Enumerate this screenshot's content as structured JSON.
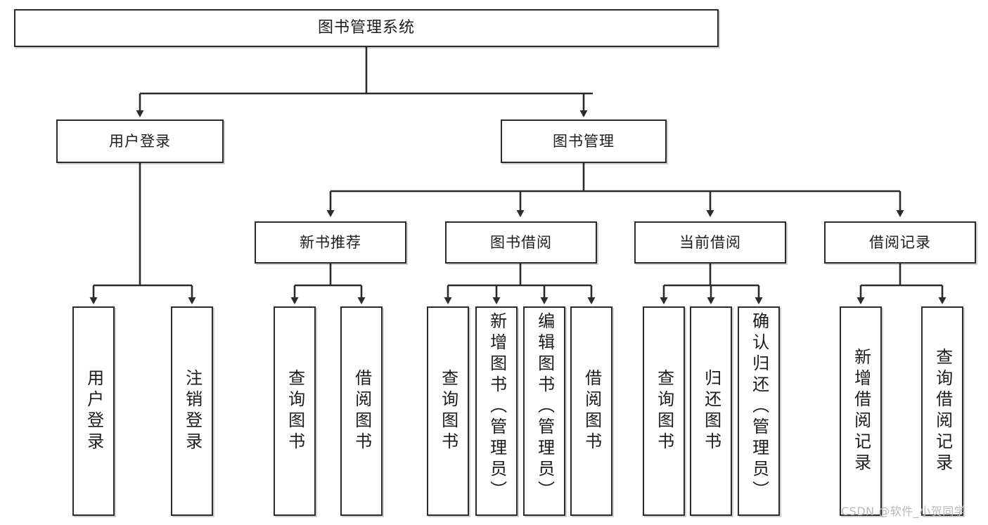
{
  "diagram": {
    "title": "图书管理系统",
    "type": "hierarchy-tree",
    "root": {
      "label": "图书管理系统"
    },
    "level2": [
      {
        "label": "用户登录"
      },
      {
        "label": "图书管理"
      }
    ],
    "level3": [
      {
        "label": "新书推荐"
      },
      {
        "label": "图书借阅"
      },
      {
        "label": "当前借阅"
      },
      {
        "label": "借阅记录"
      }
    ],
    "leaves": {
      "user_login": [
        {
          "label": "用户登录"
        },
        {
          "label": "注销登录"
        }
      ],
      "new_book_recommend": [
        {
          "label": "查询图书"
        },
        {
          "label": "借阅图书"
        }
      ],
      "book_borrow": [
        {
          "label": "查询图书"
        },
        {
          "label": "新增图书（管理员）"
        },
        {
          "label": "编辑图书（管理员）"
        },
        {
          "label": "借阅图书"
        }
      ],
      "current_borrow": [
        {
          "label": "查询图书"
        },
        {
          "label": "归还图书"
        },
        {
          "label": "确认归还（管理员）"
        }
      ],
      "borrow_record": [
        {
          "label": "新增借阅记录"
        },
        {
          "label": "查询借阅记录"
        }
      ]
    }
  },
  "watermark": {
    "text": "CSDN @软件_小贺同学"
  },
  "colors": {
    "stroke": "#2b2b2b",
    "fill": "#ffffff",
    "text": "#1c1c1c",
    "watermark": "#b9b9b9"
  }
}
